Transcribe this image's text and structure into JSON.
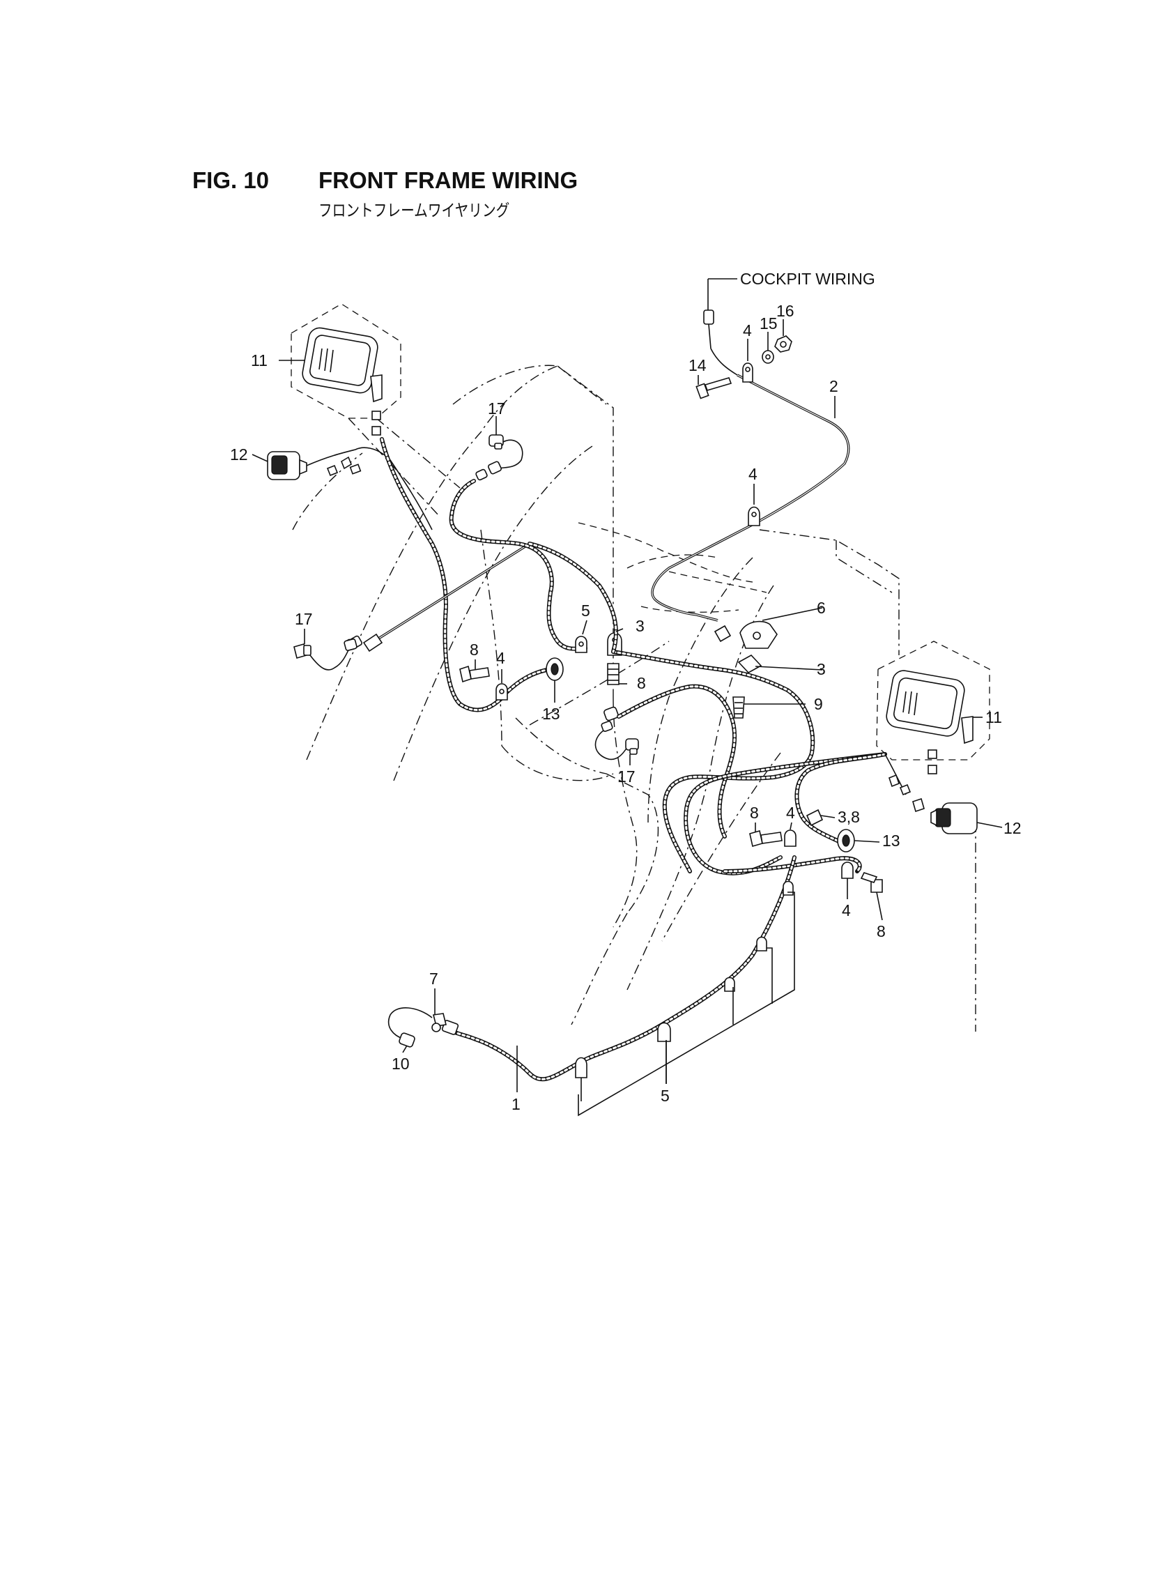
{
  "figure": {
    "number": "FIG. 10",
    "title": "FRONT FRAME WIRING",
    "subtitle": "フロントフレームワイヤリング"
  },
  "callouts": {
    "cockpit_wiring": "COCKPIT WIRING",
    "labels": [
      {
        "id": "c11a",
        "text": "11"
      },
      {
        "id": "c12a",
        "text": "12"
      },
      {
        "id": "c17a",
        "text": "17"
      },
      {
        "id": "c17b",
        "text": "17"
      },
      {
        "id": "c17c",
        "text": "17"
      },
      {
        "id": "c14",
        "text": "14"
      },
      {
        "id": "c4a",
        "text": "4"
      },
      {
        "id": "c15",
        "text": "15"
      },
      {
        "id": "c16",
        "text": "16"
      },
      {
        "id": "c2",
        "text": "2"
      },
      {
        "id": "c4b",
        "text": "4"
      },
      {
        "id": "c5a",
        "text": "5"
      },
      {
        "id": "c3a",
        "text": "3"
      },
      {
        "id": "c6",
        "text": "6"
      },
      {
        "id": "c3b",
        "text": "3"
      },
      {
        "id": "c8a",
        "text": "8"
      },
      {
        "id": "c4c",
        "text": "4"
      },
      {
        "id": "c13a",
        "text": "13"
      },
      {
        "id": "c8b",
        "text": "8"
      },
      {
        "id": "c9",
        "text": "9"
      },
      {
        "id": "c11b",
        "text": "11"
      },
      {
        "id": "c12b",
        "text": "12"
      },
      {
        "id": "c8c",
        "text": "8"
      },
      {
        "id": "c4d",
        "text": "4"
      },
      {
        "id": "c38",
        "text": "3,8"
      },
      {
        "id": "c13b",
        "text": "13"
      },
      {
        "id": "c4e",
        "text": "4"
      },
      {
        "id": "c8d",
        "text": "8"
      },
      {
        "id": "c7",
        "text": "7"
      },
      {
        "id": "c10",
        "text": "10"
      },
      {
        "id": "c1",
        "text": "1"
      },
      {
        "id": "c5b",
        "text": "5"
      }
    ]
  }
}
